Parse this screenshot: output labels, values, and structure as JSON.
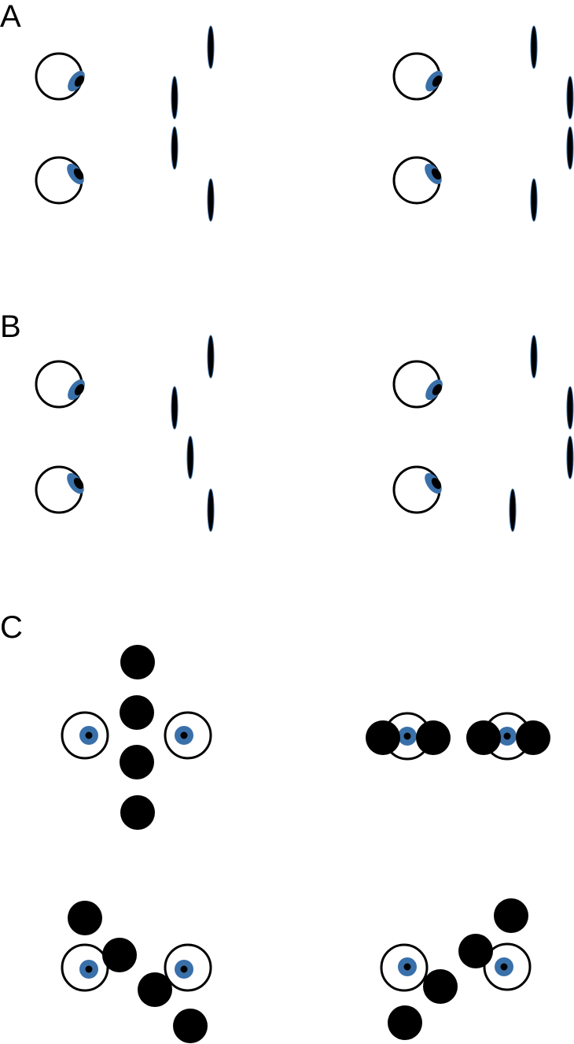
{
  "figure": {
    "panels": [
      {
        "label": "A"
      },
      {
        "label": "B"
      },
      {
        "label": "C"
      }
    ]
  },
  "colors": {
    "iris": "#3a70aa",
    "pupil": "#000000",
    "outline": "#000000",
    "background": "#ffffff"
  }
}
